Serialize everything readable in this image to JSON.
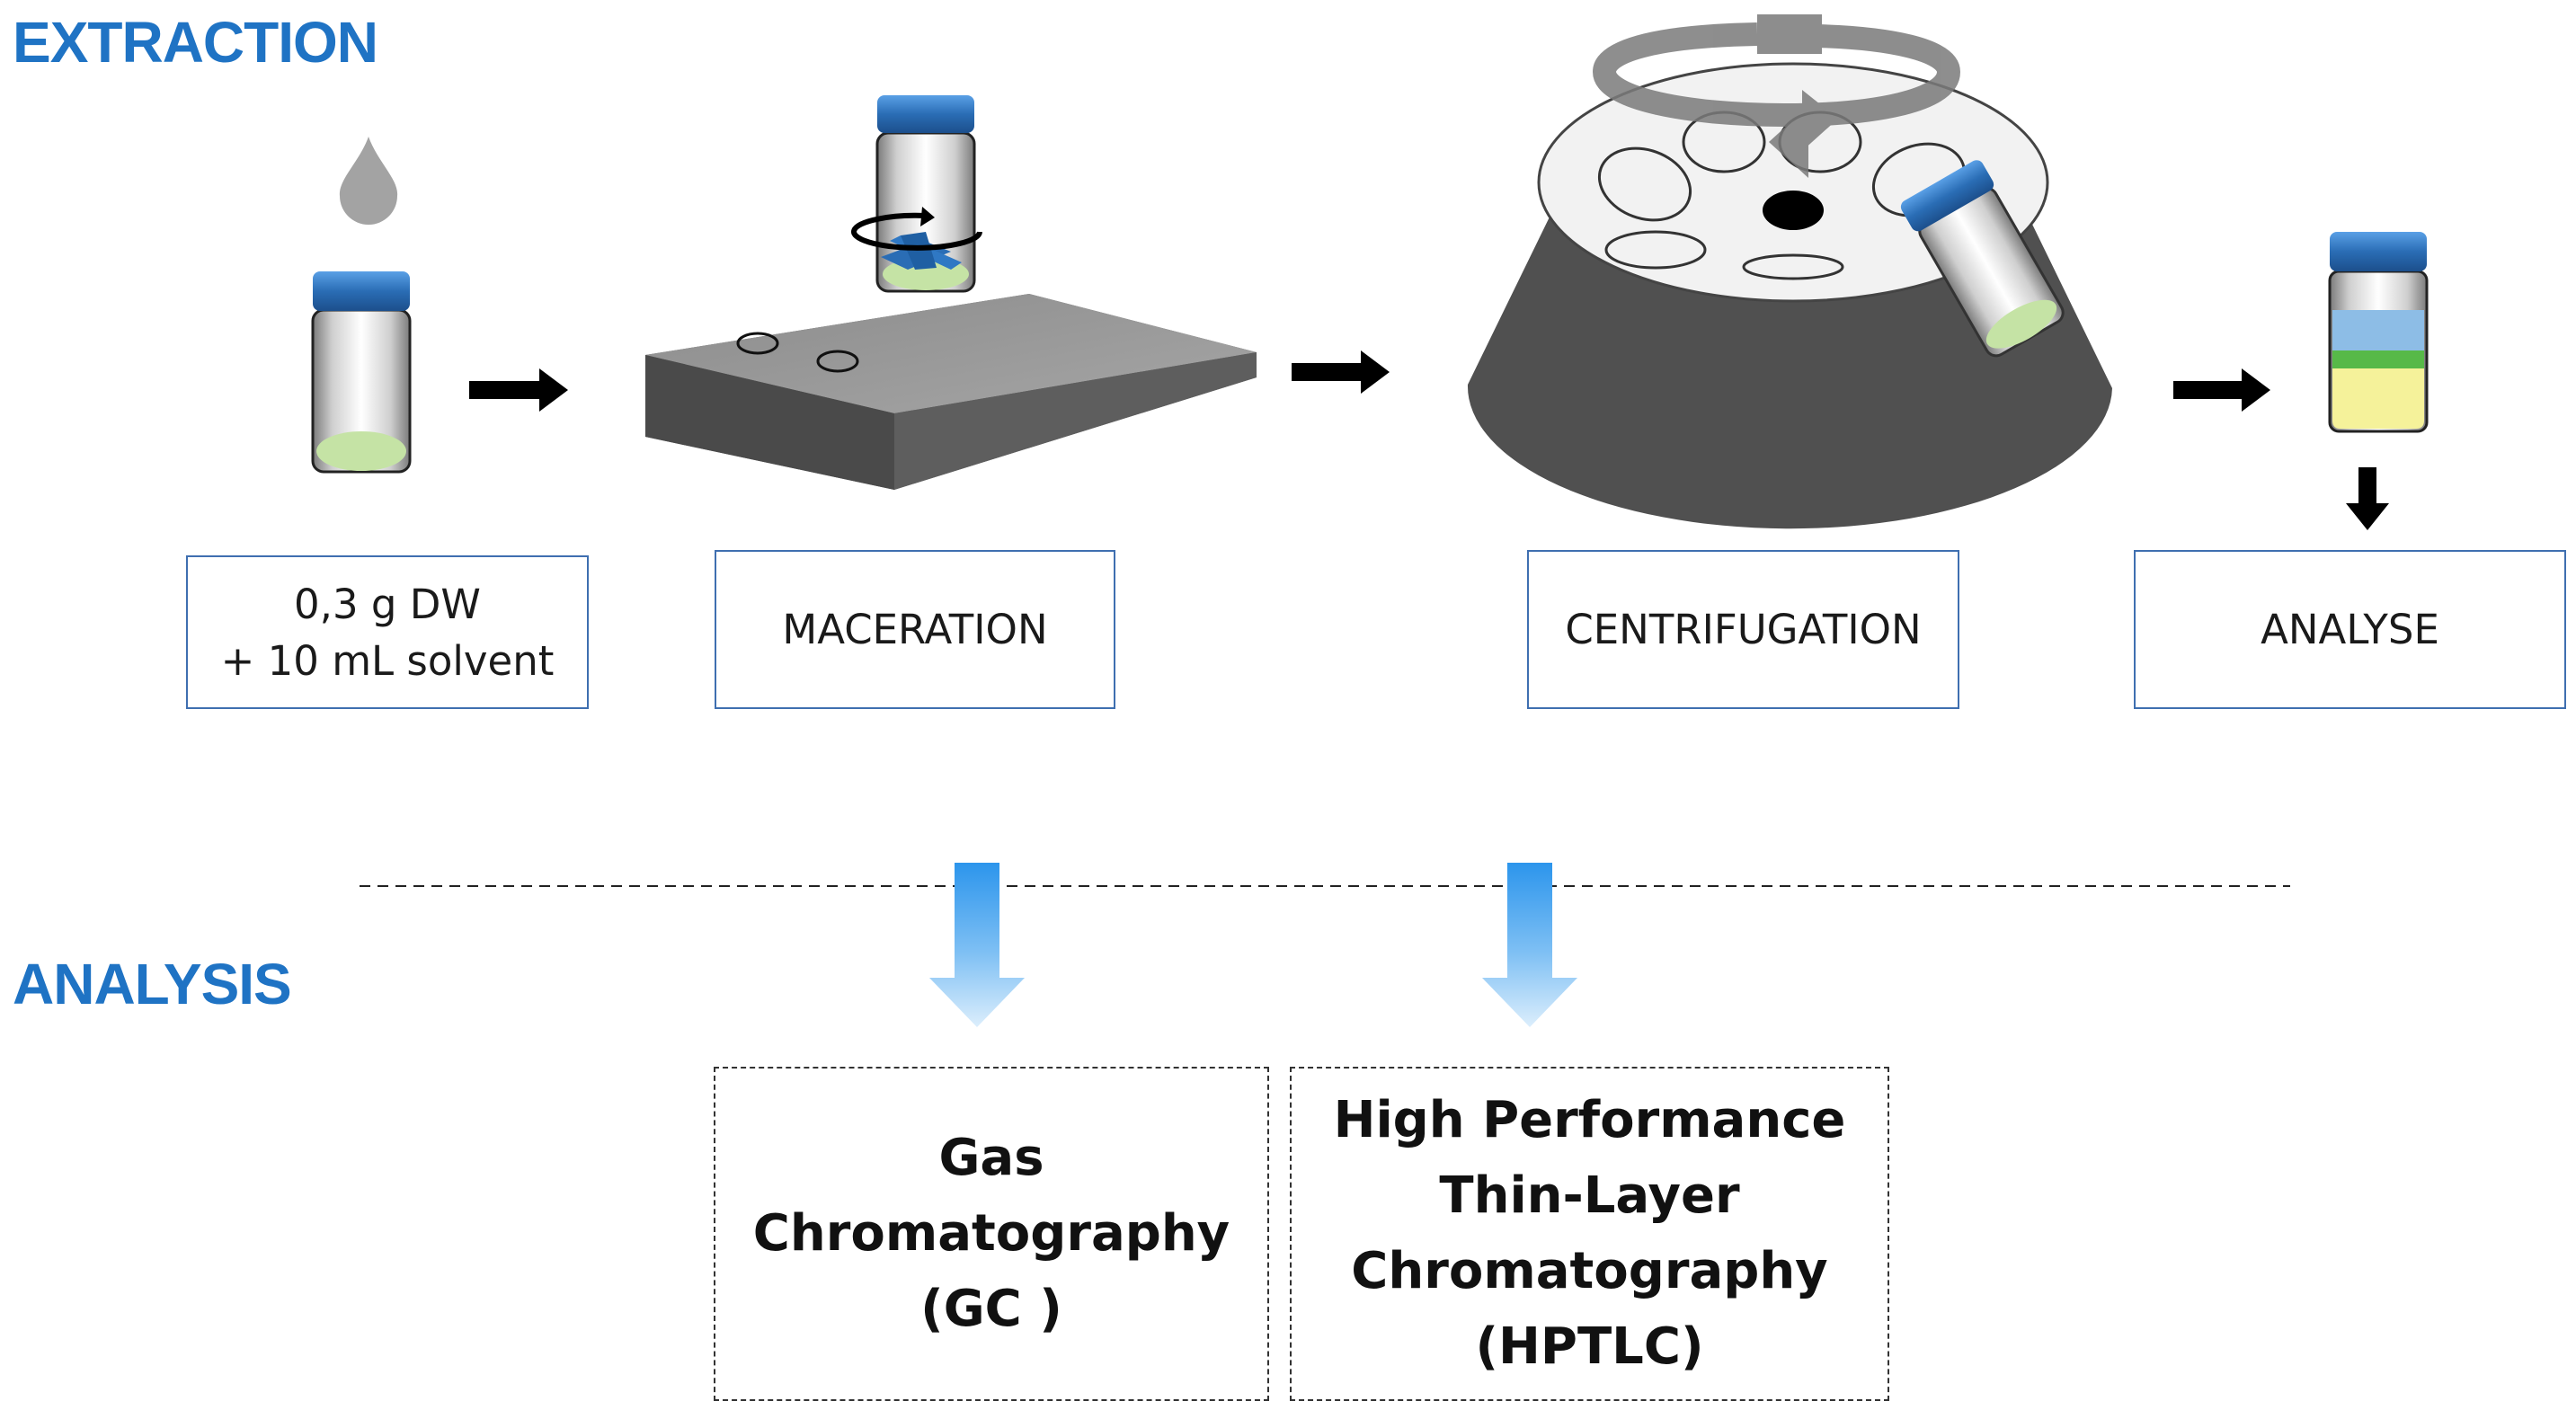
{
  "sections": {
    "extraction_title": "EXTRACTION",
    "analysis_title": "ANALYSIS"
  },
  "steps": {
    "sample": {
      "line1": "0,3 g DW",
      "line2": "+ 10 mL solvent"
    },
    "maceration": "MACERATION",
    "centrifugation": "CENTRIFUGATION",
    "analyse": "ANALYSE"
  },
  "methods": {
    "gc": {
      "line1": "Gas",
      "line2": "Chromatography",
      "line3": "(GC )"
    },
    "hptlc": {
      "line1": "High Performance",
      "line2": "Thin-Layer",
      "line3": "Chromatography",
      "line4": "(HPTLC)"
    }
  },
  "colors": {
    "title_blue": "#1f73c4",
    "box_border": "#3f6fb0",
    "cap_blue": "#2a6db5",
    "liquid_green": "#c5e3a5",
    "machine_dark": "#4d4d4d",
    "gradient_arrow": "#3aa0f0"
  },
  "icons": [
    "drop-icon",
    "vial-icon",
    "stirrer-plate-icon",
    "centrifuge-icon",
    "rotation-arrow-icon",
    "layered-vial-icon"
  ]
}
